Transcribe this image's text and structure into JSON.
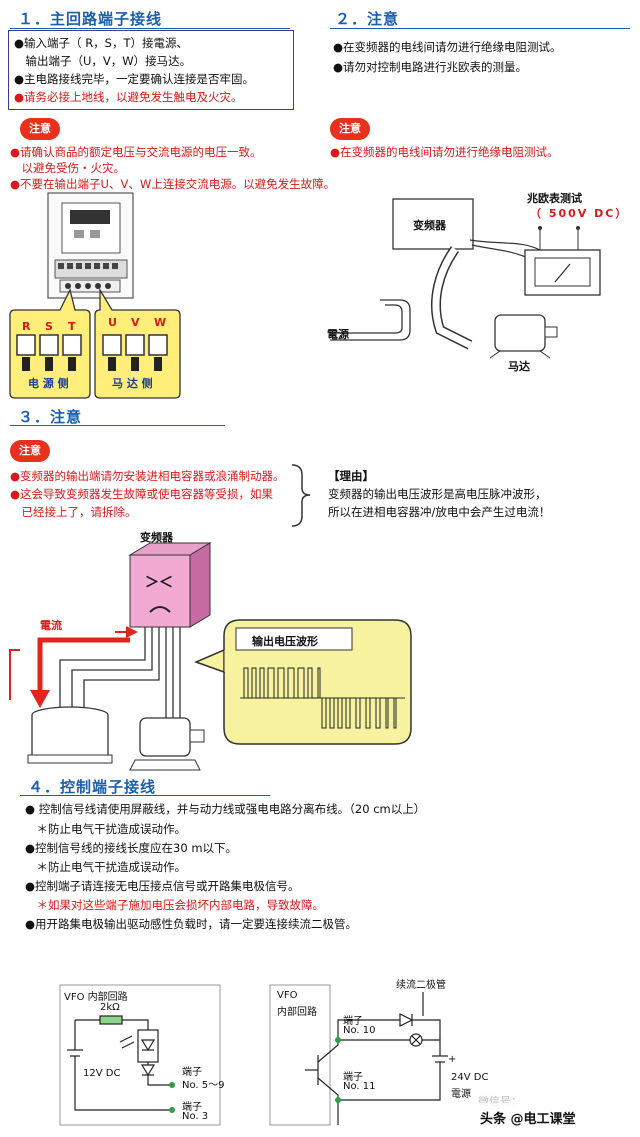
{
  "s1": {
    "title": "１．主回路端子接线",
    "b1a": "●输入端子（ R，S，T）接電源、",
    "b1b": "　输出端子（U，V，W）接马达。",
    "b2": "●主电路接线完毕，一定要确认连接是否牢固。",
    "b3": "●请务必接上地线，以避免发生触电及火灾。"
  },
  "s2": {
    "title": "２．注意",
    "b1": "●在变频器的电线间请勿进行绝缘电阻测试。",
    "b2": "●请勿对控制电路进行兆欧表的测量。"
  },
  "note_label": "注意",
  "n1": {
    "l1": "●请确认商品的额定电压与交流电源的电压一致。",
    "l2": "　以避免受伤・火灾。",
    "l3": "●不要在输出端子U、V、W上连接交流电源。以避免发生故障。"
  },
  "n2": {
    "l1": "●在变频器的电线间请勿进行绝缘电阻测试。"
  },
  "fig1": {
    "rst": [
      "R",
      "S",
      "T"
    ],
    "uvw": [
      "U",
      "V",
      "W"
    ],
    "power_side": "电 源 侧",
    "motor_side": "马 达 侧"
  },
  "fig2": {
    "inverter": "变频器",
    "megger1": "兆欧表测试",
    "megger2": "（ 500V DC）",
    "power": "電源",
    "motor": "马达"
  },
  "s3": {
    "title": "３．注意",
    "l1": "●变频器的输出端请勿安装进相电容器或浪涌制动器。",
    "l2": "●这会导致变频器发生故障或使电容器等受损，如果",
    "l3": "　已经接上了，请拆除。",
    "reason_title": "【理由】",
    "reason1": "变频器的输出电压波形是高电压脉冲波形，",
    "reason2": "所以在进相电容器冲/放电中会产生过电流！"
  },
  "fig3": {
    "inverter": "变频器",
    "face": "＞＜",
    "current": "電流",
    "waveform": "输出电压波形"
  },
  "s4": {
    "title": "４．控制端子接线",
    "l1": "●  控制信号线请使用屏蔽线，并与动力线或强电电路分离布线。（20 cm以上）",
    "l2": "　＊防止电气干扰造成误动作。",
    "l3": "●控制信号线的接线长度应在30 m以下。",
    "l4": "　＊防止电气干扰造成误动作。",
    "l5": "●控制端子请连接无电压接点信号或开路集电极信号。",
    "l6": "　＊如果对这些端子施加电压会损坏内部电路，导致故障。",
    "l7": "●用开路集电极输出驱动感性负载时，请一定要连接续流二极管。"
  },
  "fig4": {
    "vfo": "VFO 内部回路",
    "r": "2kΩ",
    "v12": "12V DC",
    "t59a": "端子",
    "t59b": "No. 5～9",
    "t3a": "端子",
    "t3b": "No. 3"
  },
  "fig5": {
    "vfo1": "VFO",
    "vfo2": "内部回路",
    "diode": "续流二极管",
    "t10a": "端子",
    "t10b": "No. 10",
    "t11a": "端子",
    "t11b": "No. 11",
    "v24a": "24V DC",
    "v24b": "電源",
    "plus": "+"
  },
  "watermark": {
    "wx": "微信号：",
    "brand": "头条 @电工课堂"
  }
}
